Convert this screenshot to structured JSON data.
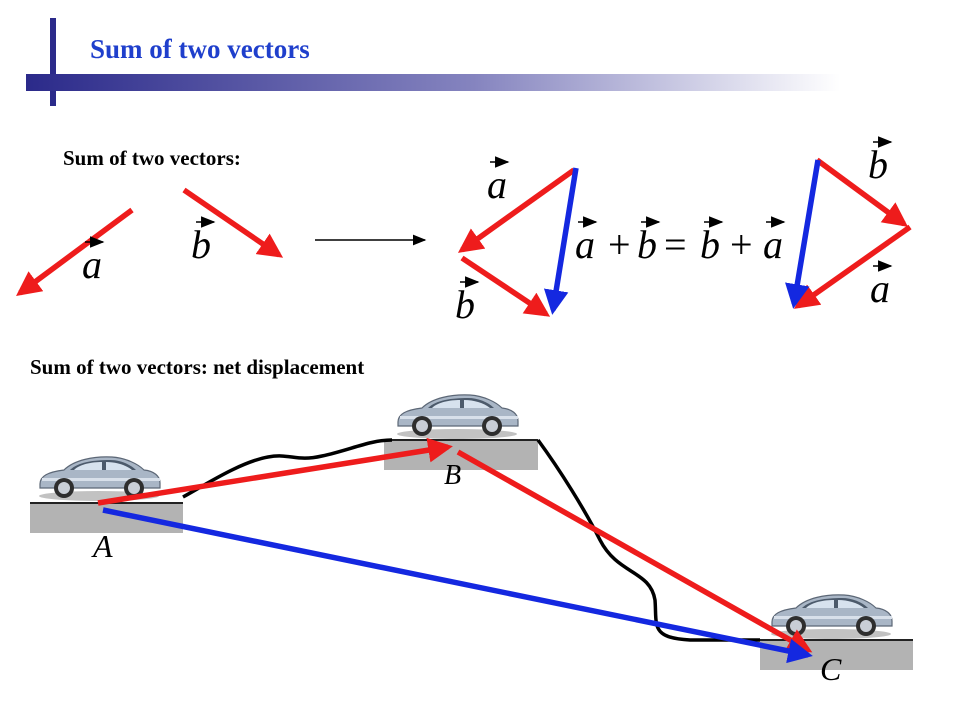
{
  "slide": {
    "title": "Sum of two vectors",
    "subtitle_1": "Sum of two vectors:",
    "subtitle_2": "Sum of two vectors: net displacement"
  },
  "vectors": {
    "a": "a",
    "b": "b",
    "equation": {
      "t1": "a",
      "plus1": "+",
      "t2": "b",
      "eq": "=",
      "t3": "b",
      "plus2": "+",
      "t4": "a"
    }
  },
  "points": {
    "A": "A",
    "B": "B",
    "C": "C"
  },
  "colors": {
    "title": "#1f3fcc",
    "red_vector": "#ee1c1c",
    "blue_vector": "#1428e0",
    "accent_bar": "#2b2a8a",
    "platform": "#b3b3b3"
  },
  "icons": [
    "car-icon"
  ]
}
